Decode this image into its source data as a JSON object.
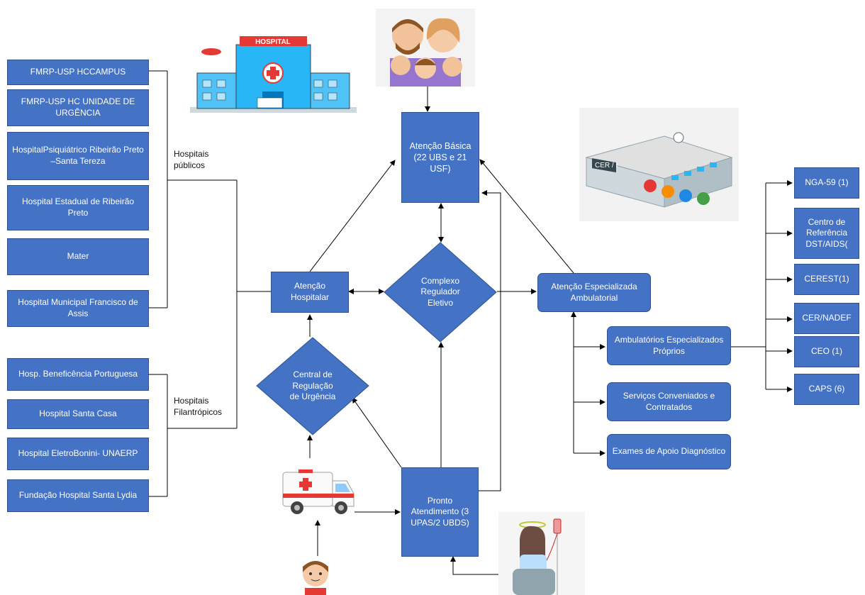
{
  "left_public": [
    "FMRP-USP HCCAMPUS",
    "FMRP-USP HC UNIDADE DE URGÊNCIA",
    "HospitalPsiquiátrico Ribeirão Preto –Santa Tereza",
    "Hospital Estadual de Ribeirão Preto",
    "Mater",
    "Hospital Municipal Francisco de Assis"
  ],
  "left_philanthropic": [
    "Hosp. Beneficência Portuguesa",
    "Hospital Santa Casa",
    "Hospital EletroBonini- UNAERP",
    "Fundação Hospital Santa Lydia"
  ],
  "group_labels": {
    "public": "Hospitais públicos",
    "philanthropic": "Hospitais Filantrópicos"
  },
  "center": {
    "atencao_basica": "Atenção Básica (22 UBS e 21 USF)",
    "atencao_hospitalar": "Atenção Hospitalar",
    "complexo_regulador": "Complexo Regulador Eletivo",
    "central_regulacao": "Central de Regulação de Urgência",
    "pronto_atendimento": "Pronto Atendimento (3 UPAS/2 UBDS)",
    "atencao_especializada": "Atenção Especializada Ambulatorial"
  },
  "specialized": [
    "Ambulatórios Especializados Próprios",
    "Serviços Conveniados e Contratados",
    "Exames de Apoio Diagnóstico"
  ],
  "right_services": [
    "NGA-59 (1)",
    "Centro de Referência DST/AIDS(",
    "CEREST(1)",
    "CER/NADEF",
    "CEO (1)",
    "CAPS (6)"
  ],
  "images": {
    "hospital_sign": "HOSPITAL",
    "cer_sign": "CER / I",
    "hospital_icon": "hospital-building-illustration",
    "family_icon": "family-illustration",
    "cer_icon": "cer-building-illustration",
    "ambulance_icon": "ambulance-illustration",
    "child_icon": "child-illustration",
    "patient_icon": "patient-iv-illustration"
  },
  "colors": {
    "box_fill": "#4472c4",
    "box_border": "#2f528f",
    "line": "#000000"
  }
}
